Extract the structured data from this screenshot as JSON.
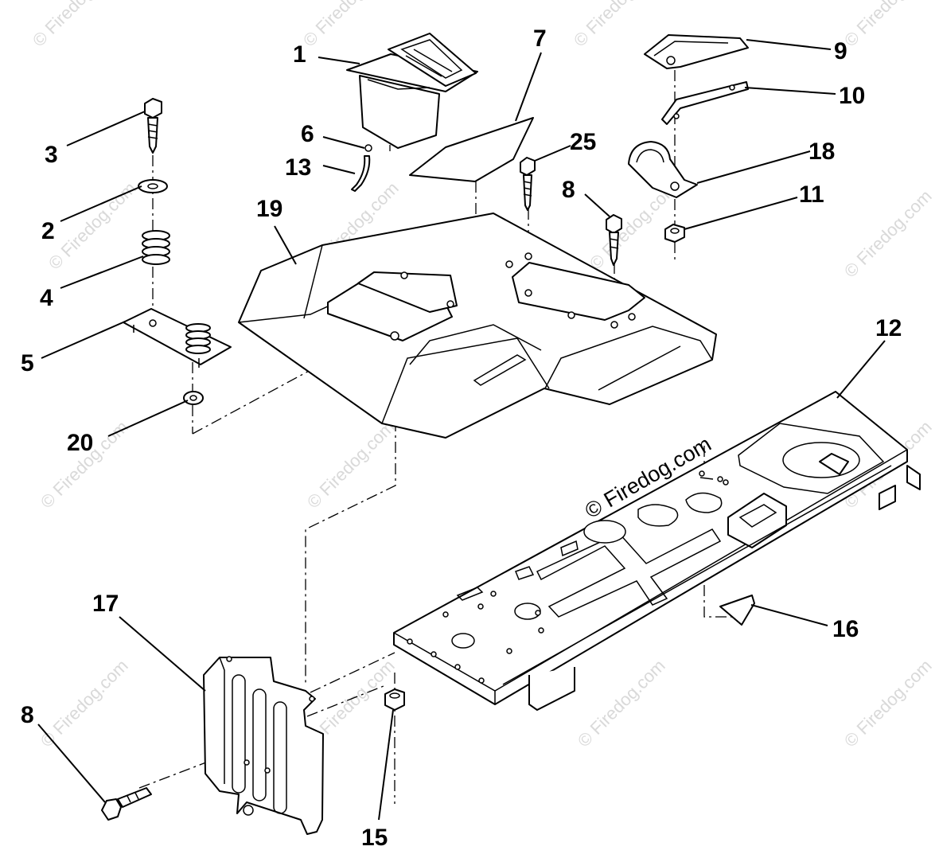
{
  "credit": "© Firedog.com",
  "watermark": "© Firedog.com",
  "callouts": {
    "c1": "1",
    "c2": "2",
    "c3": "3",
    "c4": "4",
    "c5": "5",
    "c6": "6",
    "c7": "7",
    "c8a": "8",
    "c8b": "8",
    "c9": "9",
    "c10": "10",
    "c11": "11",
    "c12": "12",
    "c13": "13",
    "c15": "15",
    "c16": "16",
    "c17": "17",
    "c18": "18",
    "c19": "19",
    "c20": "20",
    "c25": "25"
  }
}
